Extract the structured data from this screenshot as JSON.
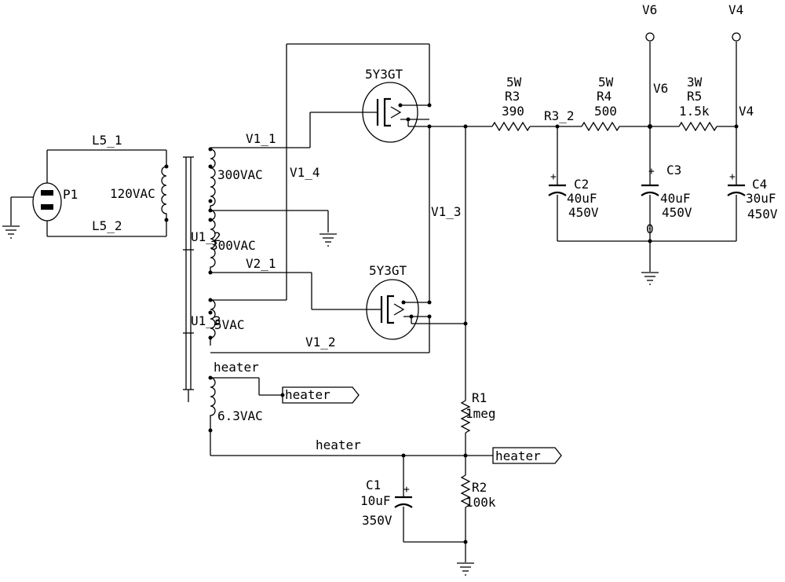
{
  "nets": {
    "l5_1": "L5_1",
    "l5_2": "L5_2",
    "v1_1": "V1_1",
    "v1_4": "V1_4",
    "v1_3": "V1_3",
    "v2_1": "V2_1",
    "v1_2": "V1_2",
    "r3_2": "R3_2",
    "v6_net": "V6",
    "v4_net": "V4",
    "gnd_0": "0",
    "heater_winding": "heater",
    "heater_wire": "heater"
  },
  "ports": {
    "v6": "V6",
    "v4": "V4",
    "heater_1": "heater",
    "heater_2": "heater"
  },
  "plug": {
    "ref": "P1"
  },
  "transformer": {
    "primary": "120VAC",
    "sec1": "300VAC",
    "sec2": "300VAC",
    "sec3": "5VAC",
    "sec4": "6.3VAC",
    "ref_a": "U1_2",
    "ref_b": "U1_3"
  },
  "tubes": {
    "upper": "5Y3GT",
    "lower": "5Y3GT"
  },
  "resistors": {
    "r3": {
      "power": "5W",
      "ref": "R3",
      "value": "390"
    },
    "r4": {
      "power": "5W",
      "ref": "R4",
      "value": "500"
    },
    "r5": {
      "power": "3W",
      "ref": "R5",
      "value": "1.5k"
    },
    "r1": {
      "ref": "R1",
      "value": "1meg"
    },
    "r2": {
      "ref": "R2",
      "value": "100k"
    }
  },
  "capacitors": {
    "c2": {
      "ref": "C2",
      "value": "40uF",
      "voltage": "450V"
    },
    "c3": {
      "ref": "C3",
      "value": "40uF",
      "voltage": "450V"
    },
    "c4": {
      "ref": "C4",
      "value": "30uF",
      "voltage": "450V"
    },
    "c1": {
      "ref": "C1",
      "value": "10uF",
      "voltage": "350V"
    }
  }
}
